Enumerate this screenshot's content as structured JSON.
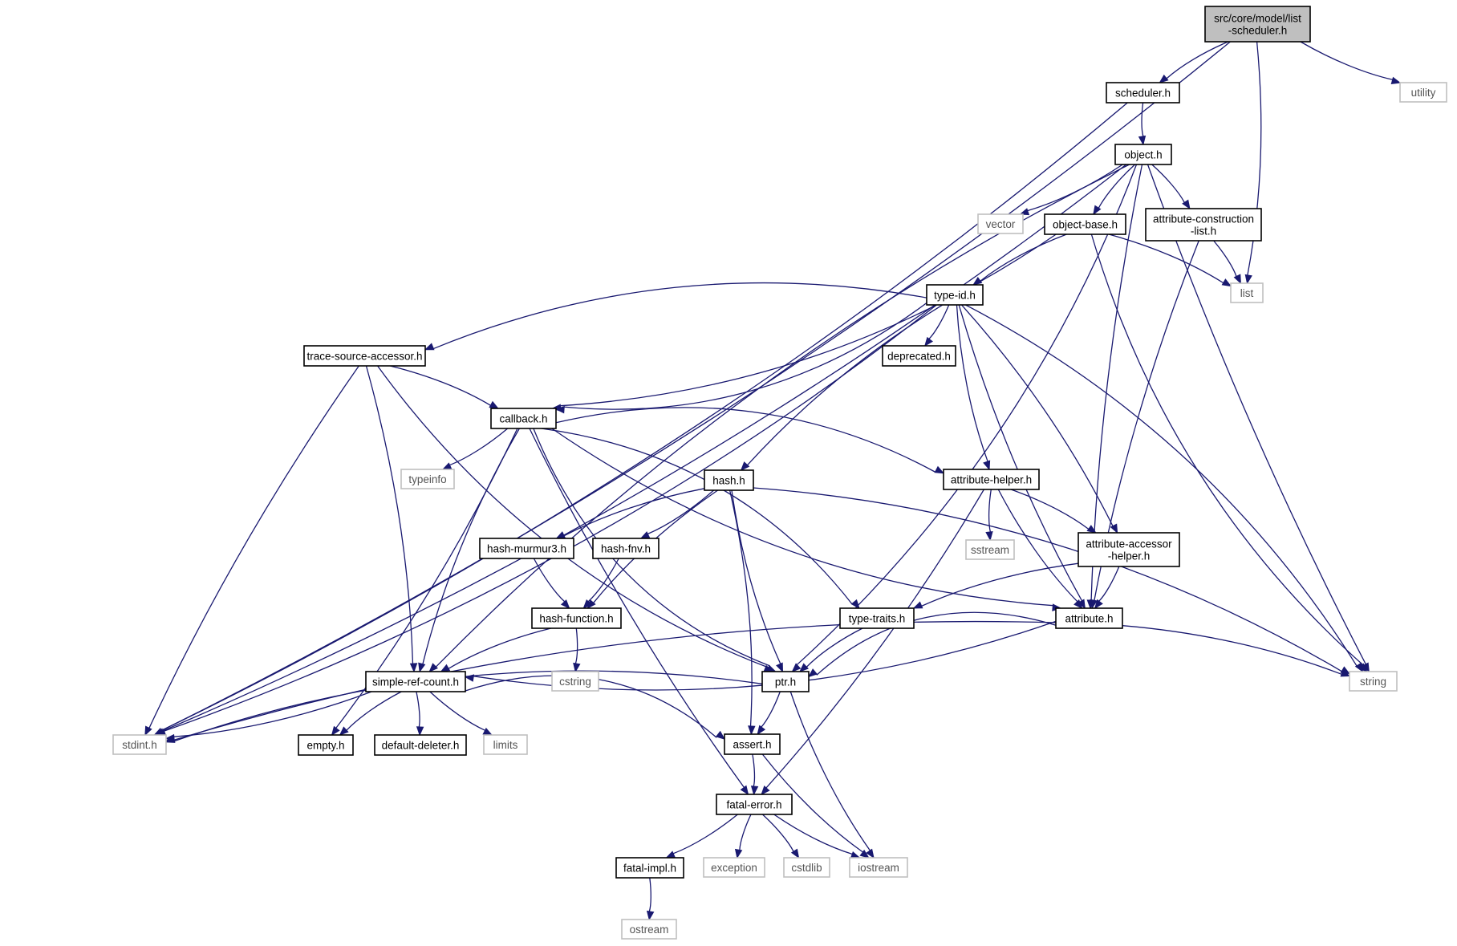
{
  "colors": {
    "edge": "#191970",
    "root_fill": "#bfbfbf",
    "project_border": "#000000",
    "external_border": "#bfbfbf",
    "external_text": "#555555",
    "project_text": "#000000"
  },
  "nodes": [
    {
      "id": "list-scheduler",
      "lines": [
        "src/core/model/list",
        "-scheduler.h"
      ],
      "kind": "root"
    },
    {
      "id": "utility",
      "lines": [
        "utility"
      ],
      "kind": "external"
    },
    {
      "id": "scheduler",
      "lines": [
        "scheduler.h"
      ],
      "kind": "project"
    },
    {
      "id": "object",
      "lines": [
        "object.h"
      ],
      "kind": "project"
    },
    {
      "id": "vector",
      "lines": [
        "vector"
      ],
      "kind": "external"
    },
    {
      "id": "object-base",
      "lines": [
        "object-base.h"
      ],
      "kind": "project"
    },
    {
      "id": "attribute-construction-list",
      "lines": [
        "attribute-construction",
        "-list.h"
      ],
      "kind": "project"
    },
    {
      "id": "list",
      "lines": [
        "list"
      ],
      "kind": "external"
    },
    {
      "id": "type-id",
      "lines": [
        "type-id.h"
      ],
      "kind": "project"
    },
    {
      "id": "trace-source-accessor",
      "lines": [
        "trace-source-accessor.h"
      ],
      "kind": "project"
    },
    {
      "id": "deprecated",
      "lines": [
        "deprecated.h"
      ],
      "kind": "project"
    },
    {
      "id": "callback",
      "lines": [
        "callback.h"
      ],
      "kind": "project"
    },
    {
      "id": "typeinfo",
      "lines": [
        "typeinfo"
      ],
      "kind": "external"
    },
    {
      "id": "hash",
      "lines": [
        "hash.h"
      ],
      "kind": "project"
    },
    {
      "id": "attribute-helper",
      "lines": [
        "attribute-helper.h"
      ],
      "kind": "project"
    },
    {
      "id": "sstream",
      "lines": [
        "sstream"
      ],
      "kind": "external"
    },
    {
      "id": "hash-murmur3",
      "lines": [
        "hash-murmur3.h"
      ],
      "kind": "project"
    },
    {
      "id": "hash-fnv",
      "lines": [
        "hash-fnv.h"
      ],
      "kind": "project"
    },
    {
      "id": "attribute-accessor-helper",
      "lines": [
        "attribute-accessor",
        "-helper.h"
      ],
      "kind": "project"
    },
    {
      "id": "hash-function",
      "lines": [
        "hash-function.h"
      ],
      "kind": "project"
    },
    {
      "id": "type-traits",
      "lines": [
        "type-traits.h"
      ],
      "kind": "project"
    },
    {
      "id": "attribute",
      "lines": [
        "attribute.h"
      ],
      "kind": "project"
    },
    {
      "id": "simple-ref-count",
      "lines": [
        "simple-ref-count.h"
      ],
      "kind": "project"
    },
    {
      "id": "cstring",
      "lines": [
        "cstring"
      ],
      "kind": "external"
    },
    {
      "id": "ptr",
      "lines": [
        "ptr.h"
      ],
      "kind": "project"
    },
    {
      "id": "string",
      "lines": [
        "string"
      ],
      "kind": "external"
    },
    {
      "id": "stdint",
      "lines": [
        "stdint.h"
      ],
      "kind": "external"
    },
    {
      "id": "empty",
      "lines": [
        "empty.h"
      ],
      "kind": "project"
    },
    {
      "id": "default-deleter",
      "lines": [
        "default-deleter.h"
      ],
      "kind": "project"
    },
    {
      "id": "limits",
      "lines": [
        "limits"
      ],
      "kind": "external"
    },
    {
      "id": "assert",
      "lines": [
        "assert.h"
      ],
      "kind": "project"
    },
    {
      "id": "fatal-error",
      "lines": [
        "fatal-error.h"
      ],
      "kind": "project"
    },
    {
      "id": "fatal-impl",
      "lines": [
        "fatal-impl.h"
      ],
      "kind": "project"
    },
    {
      "id": "exception",
      "lines": [
        "exception"
      ],
      "kind": "external"
    },
    {
      "id": "cstdlib",
      "lines": [
        "cstdlib"
      ],
      "kind": "external"
    },
    {
      "id": "iostream",
      "lines": [
        "iostream"
      ],
      "kind": "external"
    },
    {
      "id": "ostream",
      "lines": [
        "ostream"
      ],
      "kind": "external"
    }
  ],
  "edges": [
    [
      "list-scheduler",
      "stdint"
    ],
    [
      "list-scheduler",
      "scheduler"
    ],
    [
      "list-scheduler",
      "list"
    ],
    [
      "list-scheduler",
      "utility"
    ],
    [
      "scheduler",
      "stdint"
    ],
    [
      "scheduler",
      "object"
    ],
    [
      "object",
      "stdint"
    ],
    [
      "object",
      "simple-ref-count"
    ],
    [
      "object",
      "vector"
    ],
    [
      "object",
      "object-base"
    ],
    [
      "object",
      "attribute-construction-list"
    ],
    [
      "object",
      "attribute"
    ],
    [
      "object",
      "ptr"
    ],
    [
      "object",
      "string"
    ],
    [
      "object-base",
      "callback"
    ],
    [
      "object-base",
      "type-id"
    ],
    [
      "object-base",
      "list"
    ],
    [
      "object-base",
      "string"
    ],
    [
      "attribute-construction-list",
      "list"
    ],
    [
      "attribute-construction-list",
      "attribute"
    ],
    [
      "type-id",
      "stdint"
    ],
    [
      "type-id",
      "trace-source-accessor"
    ],
    [
      "type-id",
      "callback"
    ],
    [
      "type-id",
      "hash"
    ],
    [
      "type-id",
      "deprecated"
    ],
    [
      "type-id",
      "attribute-helper"
    ],
    [
      "type-id",
      "attribute-accessor-helper"
    ],
    [
      "type-id",
      "attribute"
    ],
    [
      "type-id",
      "string"
    ],
    [
      "trace-source-accessor",
      "stdint"
    ],
    [
      "trace-source-accessor",
      "simple-ref-count"
    ],
    [
      "trace-source-accessor",
      "ptr"
    ],
    [
      "trace-source-accessor",
      "callback"
    ],
    [
      "callback",
      "fatal-error"
    ],
    [
      "callback",
      "empty"
    ],
    [
      "callback",
      "simple-ref-count"
    ],
    [
      "callback",
      "typeinfo"
    ],
    [
      "callback",
      "ptr"
    ],
    [
      "callback",
      "type-traits"
    ],
    [
      "callback",
      "attribute"
    ],
    [
      "callback",
      "attribute-helper"
    ],
    [
      "hash",
      "hash-murmur3"
    ],
    [
      "hash",
      "hash-fnv"
    ],
    [
      "hash",
      "hash-function"
    ],
    [
      "hash",
      "assert"
    ],
    [
      "hash",
      "ptr"
    ],
    [
      "hash",
      "string"
    ],
    [
      "attribute-helper",
      "sstream"
    ],
    [
      "attribute-helper",
      "attribute-accessor-helper"
    ],
    [
      "attribute-helper",
      "attribute"
    ],
    [
      "attribute-helper",
      "fatal-error"
    ],
    [
      "hash-murmur3",
      "hash-function"
    ],
    [
      "hash-fnv",
      "hash-function"
    ],
    [
      "attribute-accessor-helper",
      "type-traits"
    ],
    [
      "attribute-accessor-helper",
      "attribute"
    ],
    [
      "hash-function",
      "simple-ref-count"
    ],
    [
      "hash-function",
      "cstring"
    ],
    [
      "type-traits",
      "ptr"
    ],
    [
      "attribute",
      "simple-ref-count"
    ],
    [
      "attribute",
      "ptr"
    ],
    [
      "attribute",
      "string"
    ],
    [
      "attribute",
      "stdint"
    ],
    [
      "simple-ref-count",
      "stdint"
    ],
    [
      "simple-ref-count",
      "empty"
    ],
    [
      "simple-ref-count",
      "default-deleter"
    ],
    [
      "simple-ref-count",
      "limits"
    ],
    [
      "simple-ref-count",
      "assert"
    ],
    [
      "ptr",
      "stdint"
    ],
    [
      "ptr",
      "assert"
    ],
    [
      "ptr",
      "iostream"
    ],
    [
      "assert",
      "fatal-error"
    ],
    [
      "assert",
      "iostream"
    ],
    [
      "fatal-error",
      "fatal-impl"
    ],
    [
      "fatal-error",
      "exception"
    ],
    [
      "fatal-error",
      "cstdlib"
    ],
    [
      "fatal-error",
      "iostream"
    ],
    [
      "fatal-impl",
      "ostream"
    ]
  ]
}
